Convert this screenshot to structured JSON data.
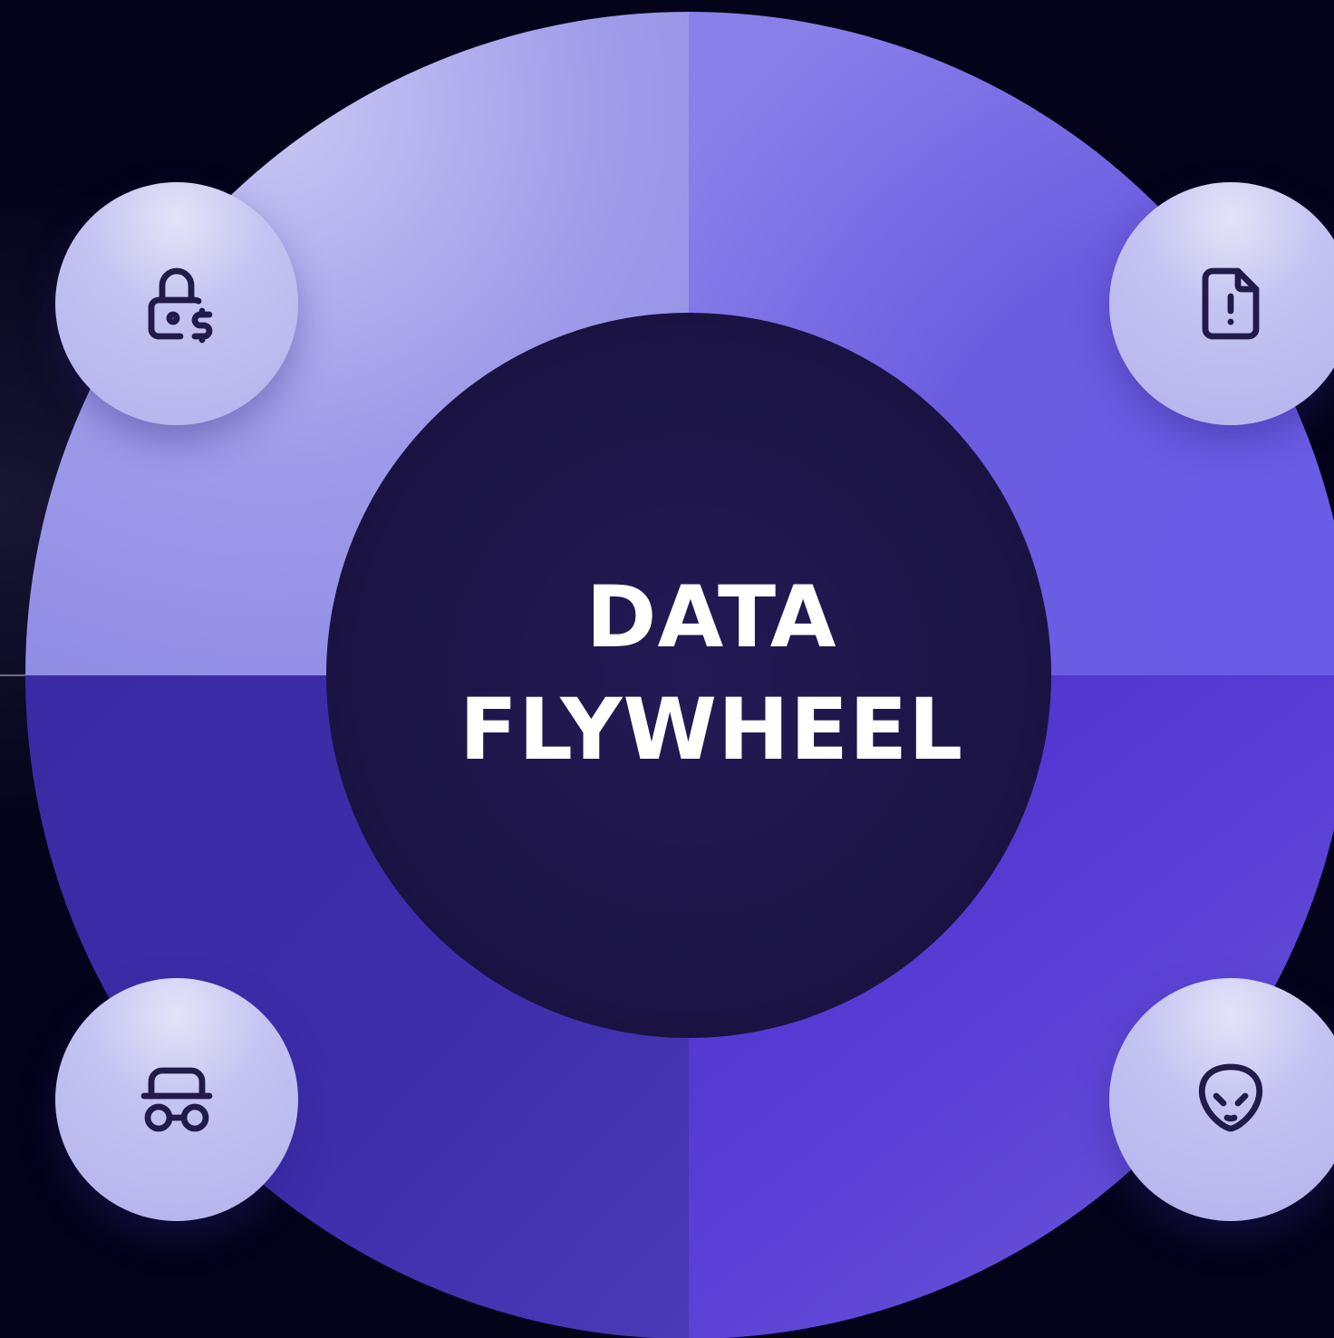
{
  "center": {
    "line1": "DATA",
    "line2": "FLYWHEEL"
  },
  "colors": {
    "background": "#04031a",
    "hub": "#1c1548",
    "segment_top_left": "#a9a6ee",
    "segment_top_right": "#6f61e6",
    "segment_bottom_left": "#3f2daa",
    "segment_bottom_right": "#4e34d0",
    "node": "#c4c3f1",
    "icon_stroke": "#221a48",
    "text": "#ffffff"
  },
  "nodes": [
    {
      "position": "top-left",
      "icon": "lock-dollar-icon"
    },
    {
      "position": "top-right",
      "icon": "file-alert-icon"
    },
    {
      "position": "bottom-left",
      "icon": "incognito-icon"
    },
    {
      "position": "bottom-right",
      "icon": "alien-icon"
    }
  ]
}
